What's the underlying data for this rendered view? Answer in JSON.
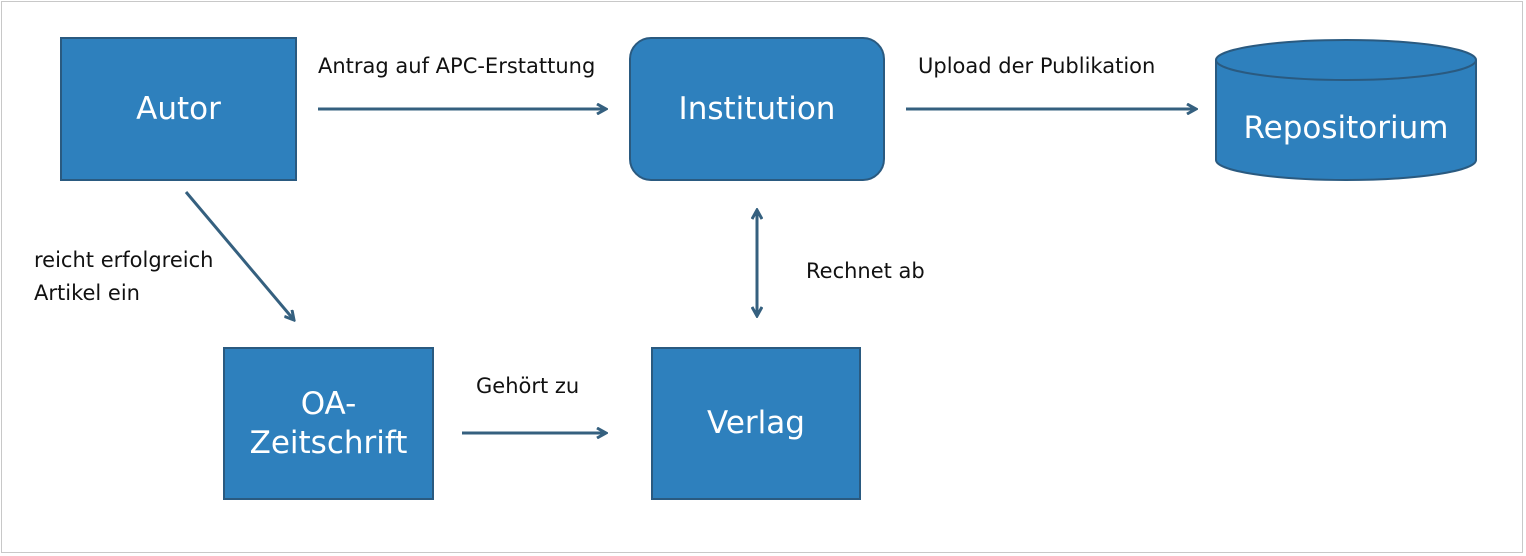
{
  "nodes": {
    "autor": "Autor",
    "institution": "Institution",
    "repositorium": "Repositorium",
    "oa_zeitschrift_line1": "OA-",
    "oa_zeitschrift_line2": "Zeitschrift",
    "verlag": "Verlag"
  },
  "edges": {
    "autor_to_institution": "Antrag auf APC-Erstattung",
    "institution_to_repositorium": "Upload der Publikation",
    "autor_to_zeitschrift_line1": "reicht erfolgreich",
    "autor_to_zeitschrift_line2": "Artikel ein",
    "zeitschrift_to_verlag": "Gehört zu",
    "institution_verlag": "Rechnet ab"
  },
  "colors": {
    "node_fill": "#2e80bd",
    "node_border": "#2a5a80",
    "arrow": "#35607f"
  }
}
